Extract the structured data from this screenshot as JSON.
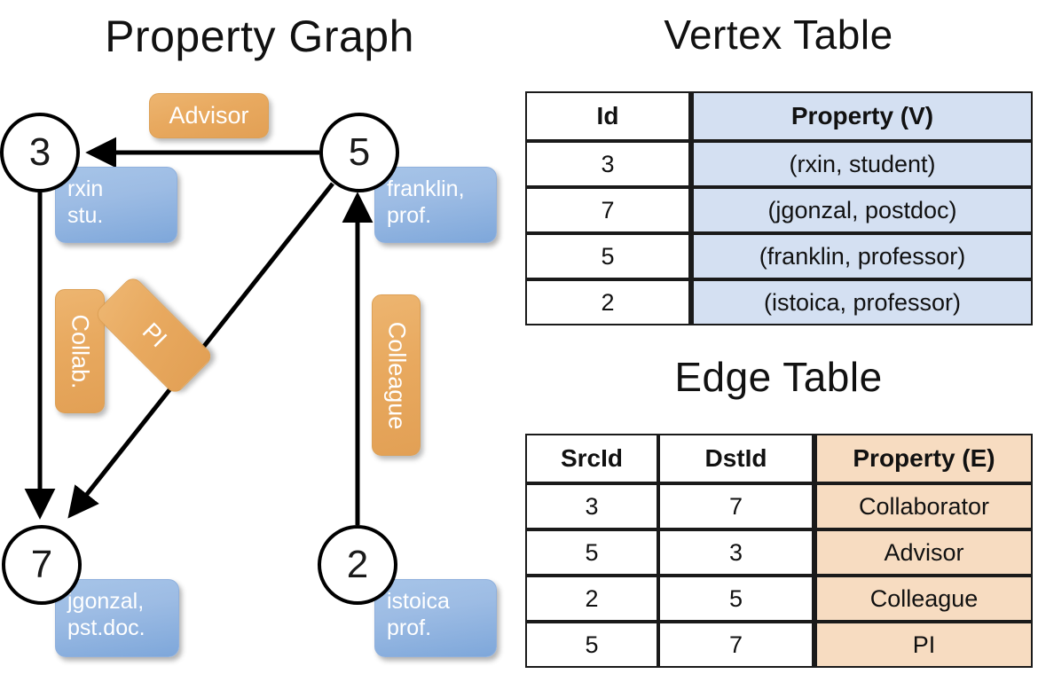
{
  "titles": {
    "property_graph": "Property Graph",
    "vertex_table": "Vertex Table",
    "edge_table": "Edge Table"
  },
  "graph": {
    "nodes": [
      {
        "id": "3",
        "label": "3",
        "property_line1": "rxin",
        "property_line2": "stu."
      },
      {
        "id": "5",
        "label": "5",
        "property_line1": "franklin,",
        "property_line2": "prof."
      },
      {
        "id": "7",
        "label": "7",
        "property_line1": "jgonzal,",
        "property_line2": "pst.doc."
      },
      {
        "id": "2",
        "label": "2",
        "property_line1": "istoica",
        "property_line2": "prof."
      }
    ],
    "edge_labels": [
      {
        "key": "advisor",
        "text": "Advisor",
        "orientation": "horizontal"
      },
      {
        "key": "collab",
        "text": "Collab.",
        "orientation": "vertical"
      },
      {
        "key": "pi",
        "text": "PI",
        "orientation": "diagonal"
      },
      {
        "key": "colleague",
        "text": "Colleague",
        "orientation": "vertical"
      }
    ]
  },
  "vertex_table": {
    "columns": [
      "Id",
      "Property (V)"
    ],
    "rows": [
      {
        "id": "3",
        "property": "(rxin, student)"
      },
      {
        "id": "7",
        "property": "(jgonzal, postdoc)"
      },
      {
        "id": "5",
        "property": "(franklin, professor)"
      },
      {
        "id": "2",
        "property": "(istoica, professor)"
      }
    ]
  },
  "edge_table": {
    "columns": [
      "SrcId",
      "DstId",
      "Property (E)"
    ],
    "rows": [
      {
        "src": "3",
        "dst": "7",
        "property": "Collaborator"
      },
      {
        "src": "5",
        "dst": "3",
        "property": "Advisor"
      },
      {
        "src": "2",
        "dst": "5",
        "property": "Colleague"
      },
      {
        "src": "5",
        "dst": "7",
        "property": "PI"
      }
    ]
  },
  "colors": {
    "vertex_property_fill": "#d4e0f2",
    "edge_property_fill": "#f7dcc1",
    "node_box_blue": "#9dbce4",
    "edge_label_orange": "#e8a95f",
    "stroke": "#000000",
    "background": "#ffffff"
  }
}
